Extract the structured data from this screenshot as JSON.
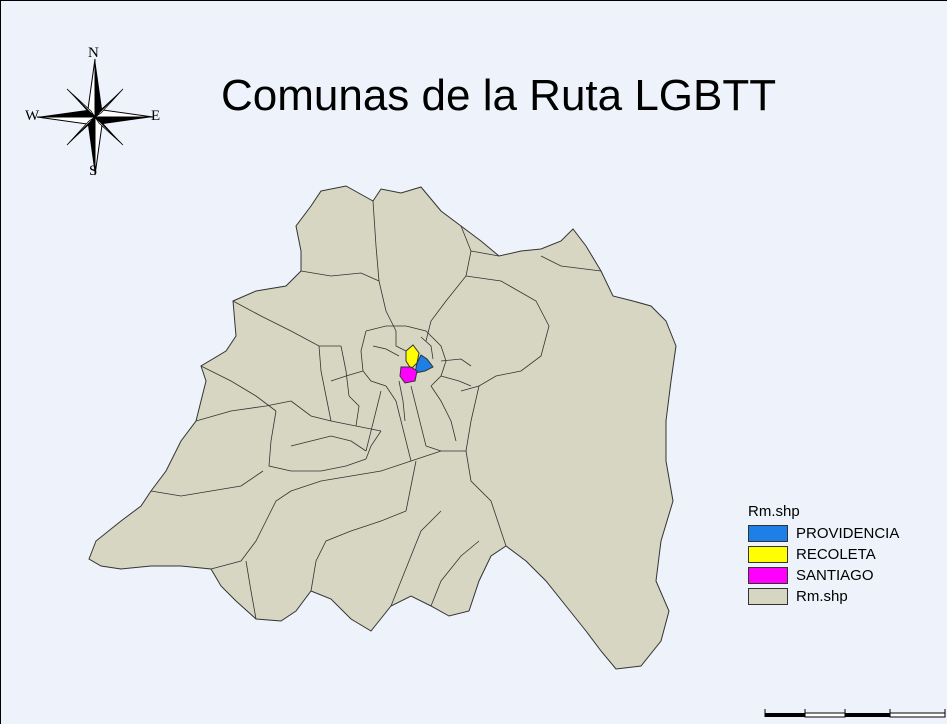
{
  "title": "Comunas de la Ruta LGBTT",
  "compass": {
    "n": "N",
    "s": "S",
    "e": "E",
    "w": "W",
    "icon": "compass-rose-icon"
  },
  "legend": {
    "title": "Rm.shp",
    "items": [
      {
        "label": "PROVIDENCIA",
        "color": "#1e7fe6"
      },
      {
        "label": "RECOLETA",
        "color": "#ffff00"
      },
      {
        "label": "SANTIAGO",
        "color": "#ff00ff"
      },
      {
        "label": "Rm.shp",
        "color": "#d6d6c2"
      }
    ]
  },
  "colors": {
    "background": "#eef3fb",
    "region_fill": "#d6d6c2",
    "boundary": "#333333"
  }
}
